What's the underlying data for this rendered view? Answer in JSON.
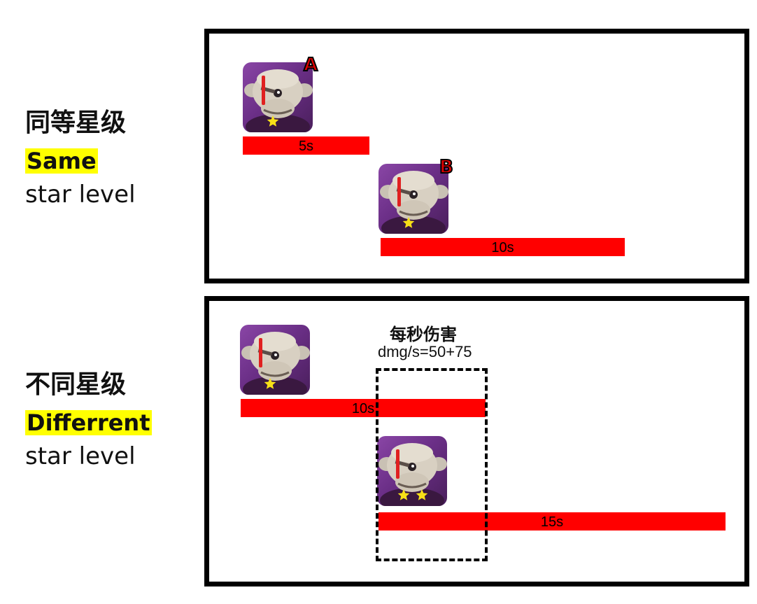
{
  "same": {
    "title_zh": "同等星级",
    "title_en_highlight": "Same",
    "title_en_rest": "star level",
    "unit_a": {
      "label": "A",
      "stars": 1,
      "timer": "5s"
    },
    "unit_b": {
      "label": "B",
      "stars": 1,
      "timer": "10s"
    }
  },
  "different": {
    "title_zh": "不同星级",
    "title_en_highlight": "Differrent",
    "title_en_rest": "star level",
    "unit_1": {
      "stars": 1,
      "timer": "10s"
    },
    "unit_2": {
      "stars": 2,
      "timer": "15s"
    },
    "overlap_title": "每秒伤害",
    "overlap_formula": "dmg/s=50+75"
  },
  "colors": {
    "bar": "#ff0000",
    "highlight": "#ffff00",
    "star": "#f7e017",
    "card_bg": "#7a3b98"
  }
}
